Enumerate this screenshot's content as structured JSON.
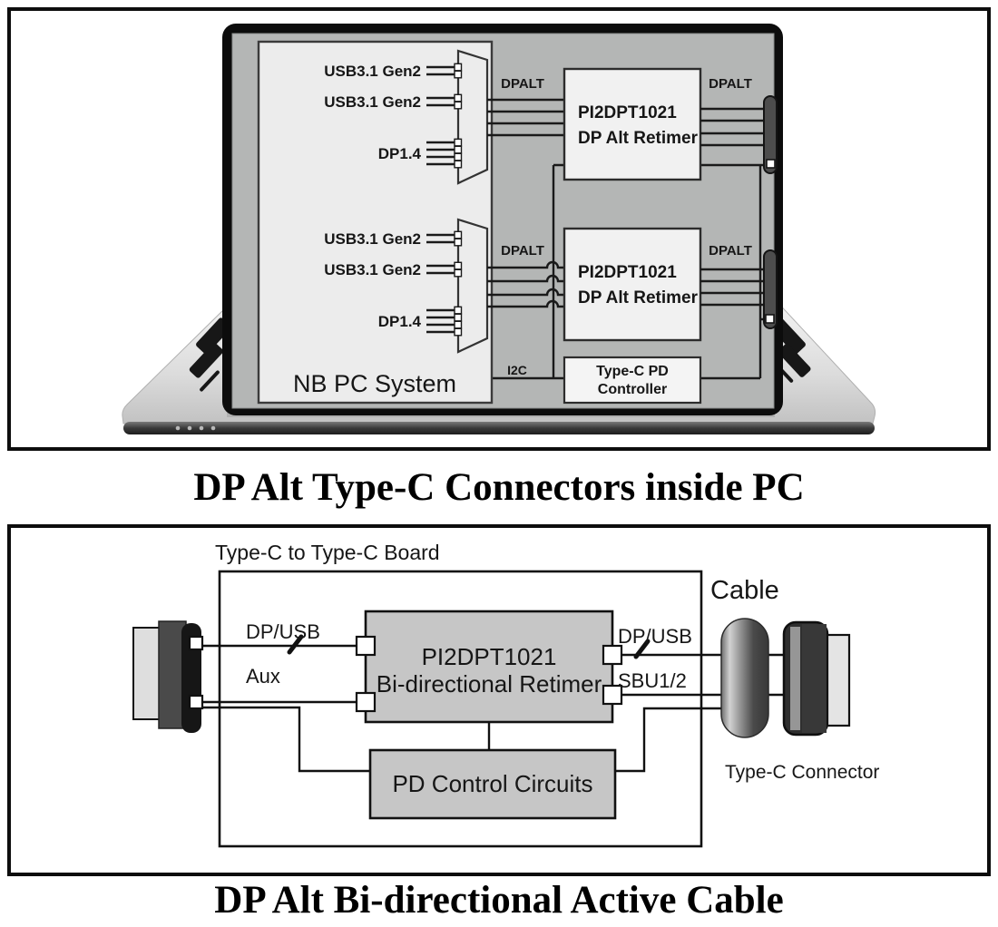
{
  "colors": {
    "frame_border": "#0d0d0d",
    "screen_gray": "#b4b6b5",
    "system_box_fill": "#ececec",
    "chip_fill_light": "#f1f1f1",
    "chip_fill_gray": "#c6c6c6",
    "line_color": "#1a1a1a",
    "connector_dark": "#4d4d4d"
  },
  "figure1": {
    "title": "DP Alt Type-C Connectors inside PC",
    "system_label": "NB PC System",
    "i2c_label": "I2C",
    "pd_line1": "Type-C PD",
    "pd_line2": "Controller",
    "groups": [
      {
        "usb_a": "USB3.1 Gen2",
        "usb_b": "USB3.1 Gen2",
        "dp": "DP1.4",
        "dpalt_left": "DPALT",
        "dpalt_right": "DPALT",
        "chip_line1": "PI2DPT1021",
        "chip_line2": "DP Alt Retimer"
      },
      {
        "usb_a": "USB3.1 Gen2",
        "usb_b": "USB3.1 Gen2",
        "dp": "DP1.4",
        "dpalt_left": "DPALT",
        "dpalt_right": "DPALT",
        "chip_line1": "PI2DPT1021",
        "chip_line2": "DP Alt Retimer"
      }
    ]
  },
  "figure2": {
    "title": "DP Alt Bi-directional Active Cable",
    "board_label": "Type-C to Type-C Board",
    "cable_label": "Cable",
    "connector_label": "Type-C Connector",
    "chip_line1": "PI2DPT1021",
    "chip_line2": "Bi-directional Retimer",
    "pd_label": "PD Control Circuits",
    "labels": {
      "dp_usb_out": "DP/USB",
      "aux": "Aux",
      "dp_usb_in": "DP/USB",
      "sbu": "SBU1/2"
    }
  }
}
